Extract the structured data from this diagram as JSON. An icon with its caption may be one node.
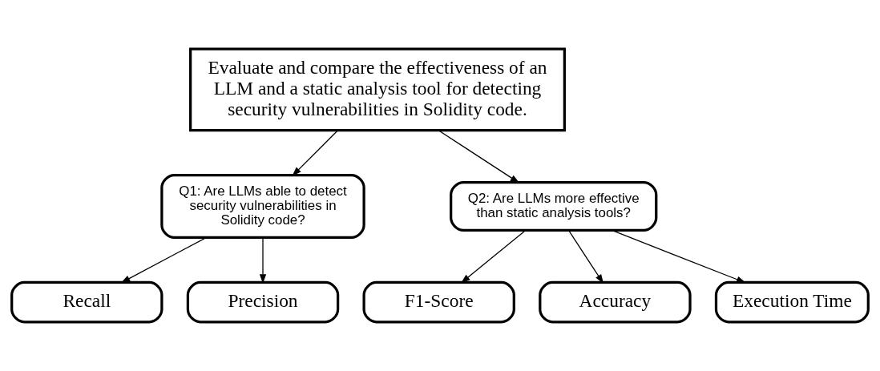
{
  "diagram": {
    "nodes": [
      {
        "text": [
          "Evaluate and compare the effectiveness of an LLM and a static analysis tool for detecting security vulnerabilities in Solidity code."
        ]
      },
      {
        "text": [
          "Q1: Are LLMs able to detect security vulnerabilities in Solidity code?"
        ]
      },
      {
        "text": [
          "Q2: Are LLMs more effective than static analysis tools?"
        ]
      },
      {
        "text": [
          "Recall"
        ]
      },
      {
        "text": [
          "Precision"
        ]
      },
      {
        "text": [
          "F1-Score"
        ]
      },
      {
        "text": [
          "Accuracy"
        ]
      },
      {
        "text": [
          "Execution Time"
        ]
      }
    ],
    "edges": [
      {
        "from": 0,
        "to": 1,
        "arrow": "to"
      },
      {
        "from": 0,
        "to": 2,
        "arrow": "to"
      },
      {
        "from": 1,
        "to": 3,
        "arrow": "to"
      },
      {
        "from": 1,
        "to": 4,
        "arrow": "to"
      },
      {
        "from": 2,
        "to": 5,
        "arrow": "to"
      },
      {
        "from": 2,
        "to": 6,
        "arrow": "to"
      },
      {
        "from": 2,
        "to": 7,
        "arrow": "to"
      }
    ]
  }
}
